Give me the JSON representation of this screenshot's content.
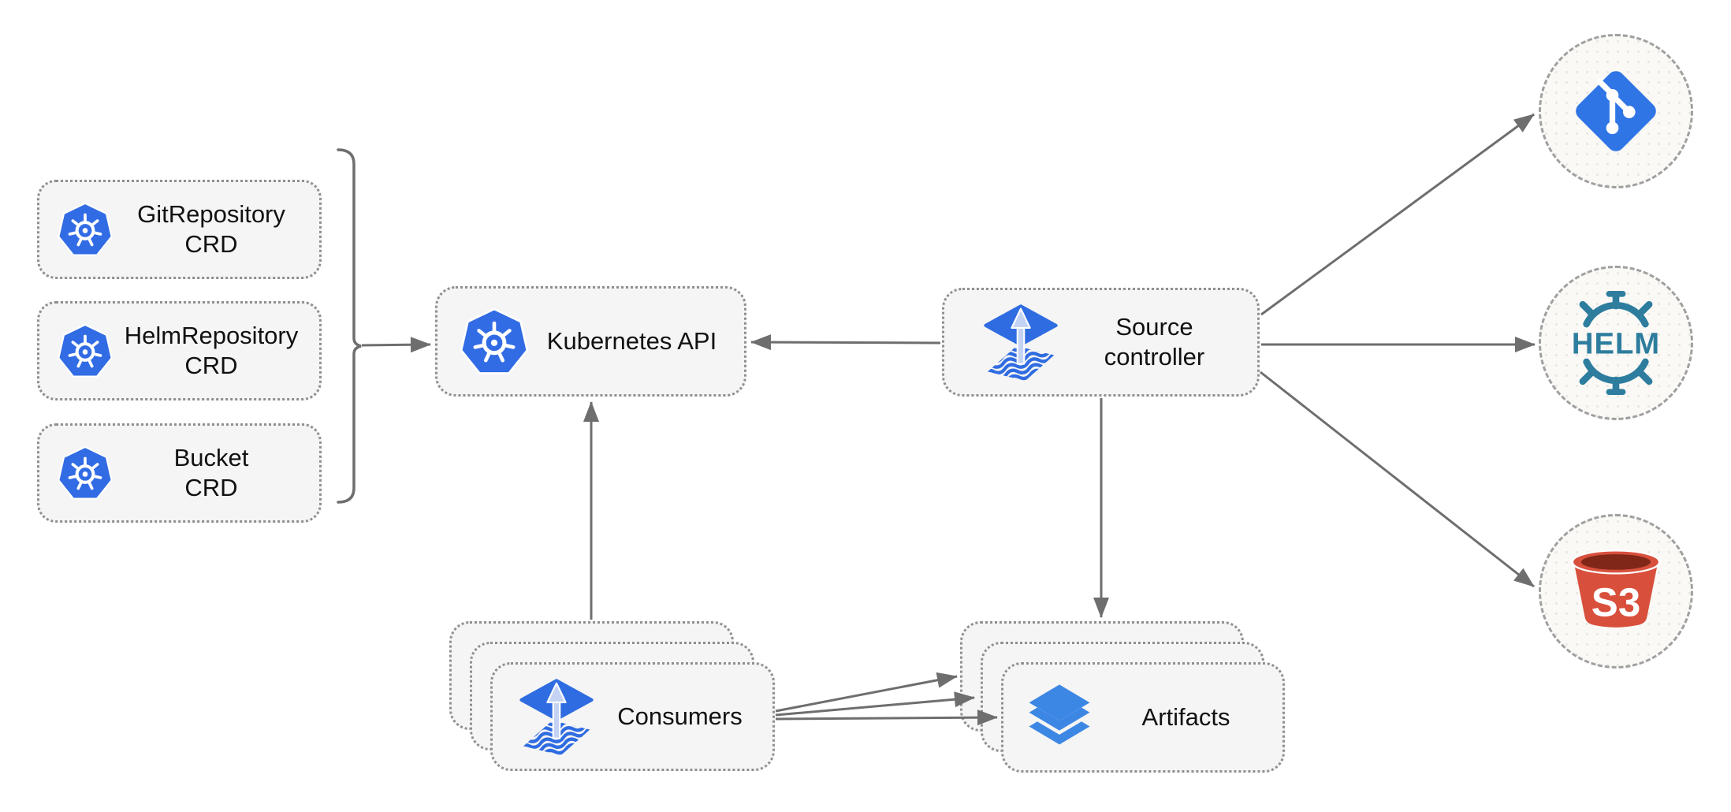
{
  "colors": {
    "kubernetes_blue": "#326ce5",
    "flux_blue": "#2f6ce1",
    "flux_arrow_light": "#c4d3f3",
    "git_blue": "#2f75e6",
    "helm_teal": "#2e7d9e",
    "s3_red": "#d8503c",
    "s3_dark": "#802718",
    "artifact_blue": "#3d87e4",
    "arrow_gray": "#6e6e6e",
    "box_fill": "#f5f5f5",
    "box_border": "#8f8f8f",
    "circle_fill": "#faf9f6",
    "circle_border": "#a0a0a0",
    "text_color": "#111111",
    "background": "#ffffff"
  },
  "nodes": {
    "crd_boxes": [
      {
        "label": "GitRepository\nCRD",
        "icon": "kubernetes-icon"
      },
      {
        "label": "HelmRepository\nCRD",
        "icon": "kubernetes-icon"
      },
      {
        "label": "Bucket\nCRD",
        "icon": "kubernetes-icon"
      }
    ],
    "kubernetes_api": {
      "label": "Kubernetes API",
      "icon": "kubernetes-icon"
    },
    "source_controller": {
      "label": "Source\ncontroller",
      "icon": "flux-source-icon"
    },
    "consumers": {
      "label": "Consumers",
      "icon": "flux-source-icon",
      "stacked": 3
    },
    "artifacts": {
      "label": "Artifacts",
      "icon": "artifact-layers-icon",
      "stacked": 3
    },
    "external_sources": [
      {
        "icon": "git-icon",
        "text": ""
      },
      {
        "icon": "helm-icon",
        "text": "HELM"
      },
      {
        "icon": "s3-bucket-icon",
        "text": "S3"
      }
    ]
  },
  "edges": [
    {
      "from": "crd-group-bracket",
      "to": "kubernetes-api"
    },
    {
      "from": "source-controller",
      "to": "kubernetes-api"
    },
    {
      "from": "consumers",
      "to": "kubernetes-api"
    },
    {
      "from": "source-controller",
      "to": "artifacts"
    },
    {
      "from": "source-controller",
      "to": "git-source"
    },
    {
      "from": "source-controller",
      "to": "helm-source"
    },
    {
      "from": "source-controller",
      "to": "s3-source"
    },
    {
      "from": "consumers",
      "to": "artifacts",
      "count": 3
    }
  ]
}
